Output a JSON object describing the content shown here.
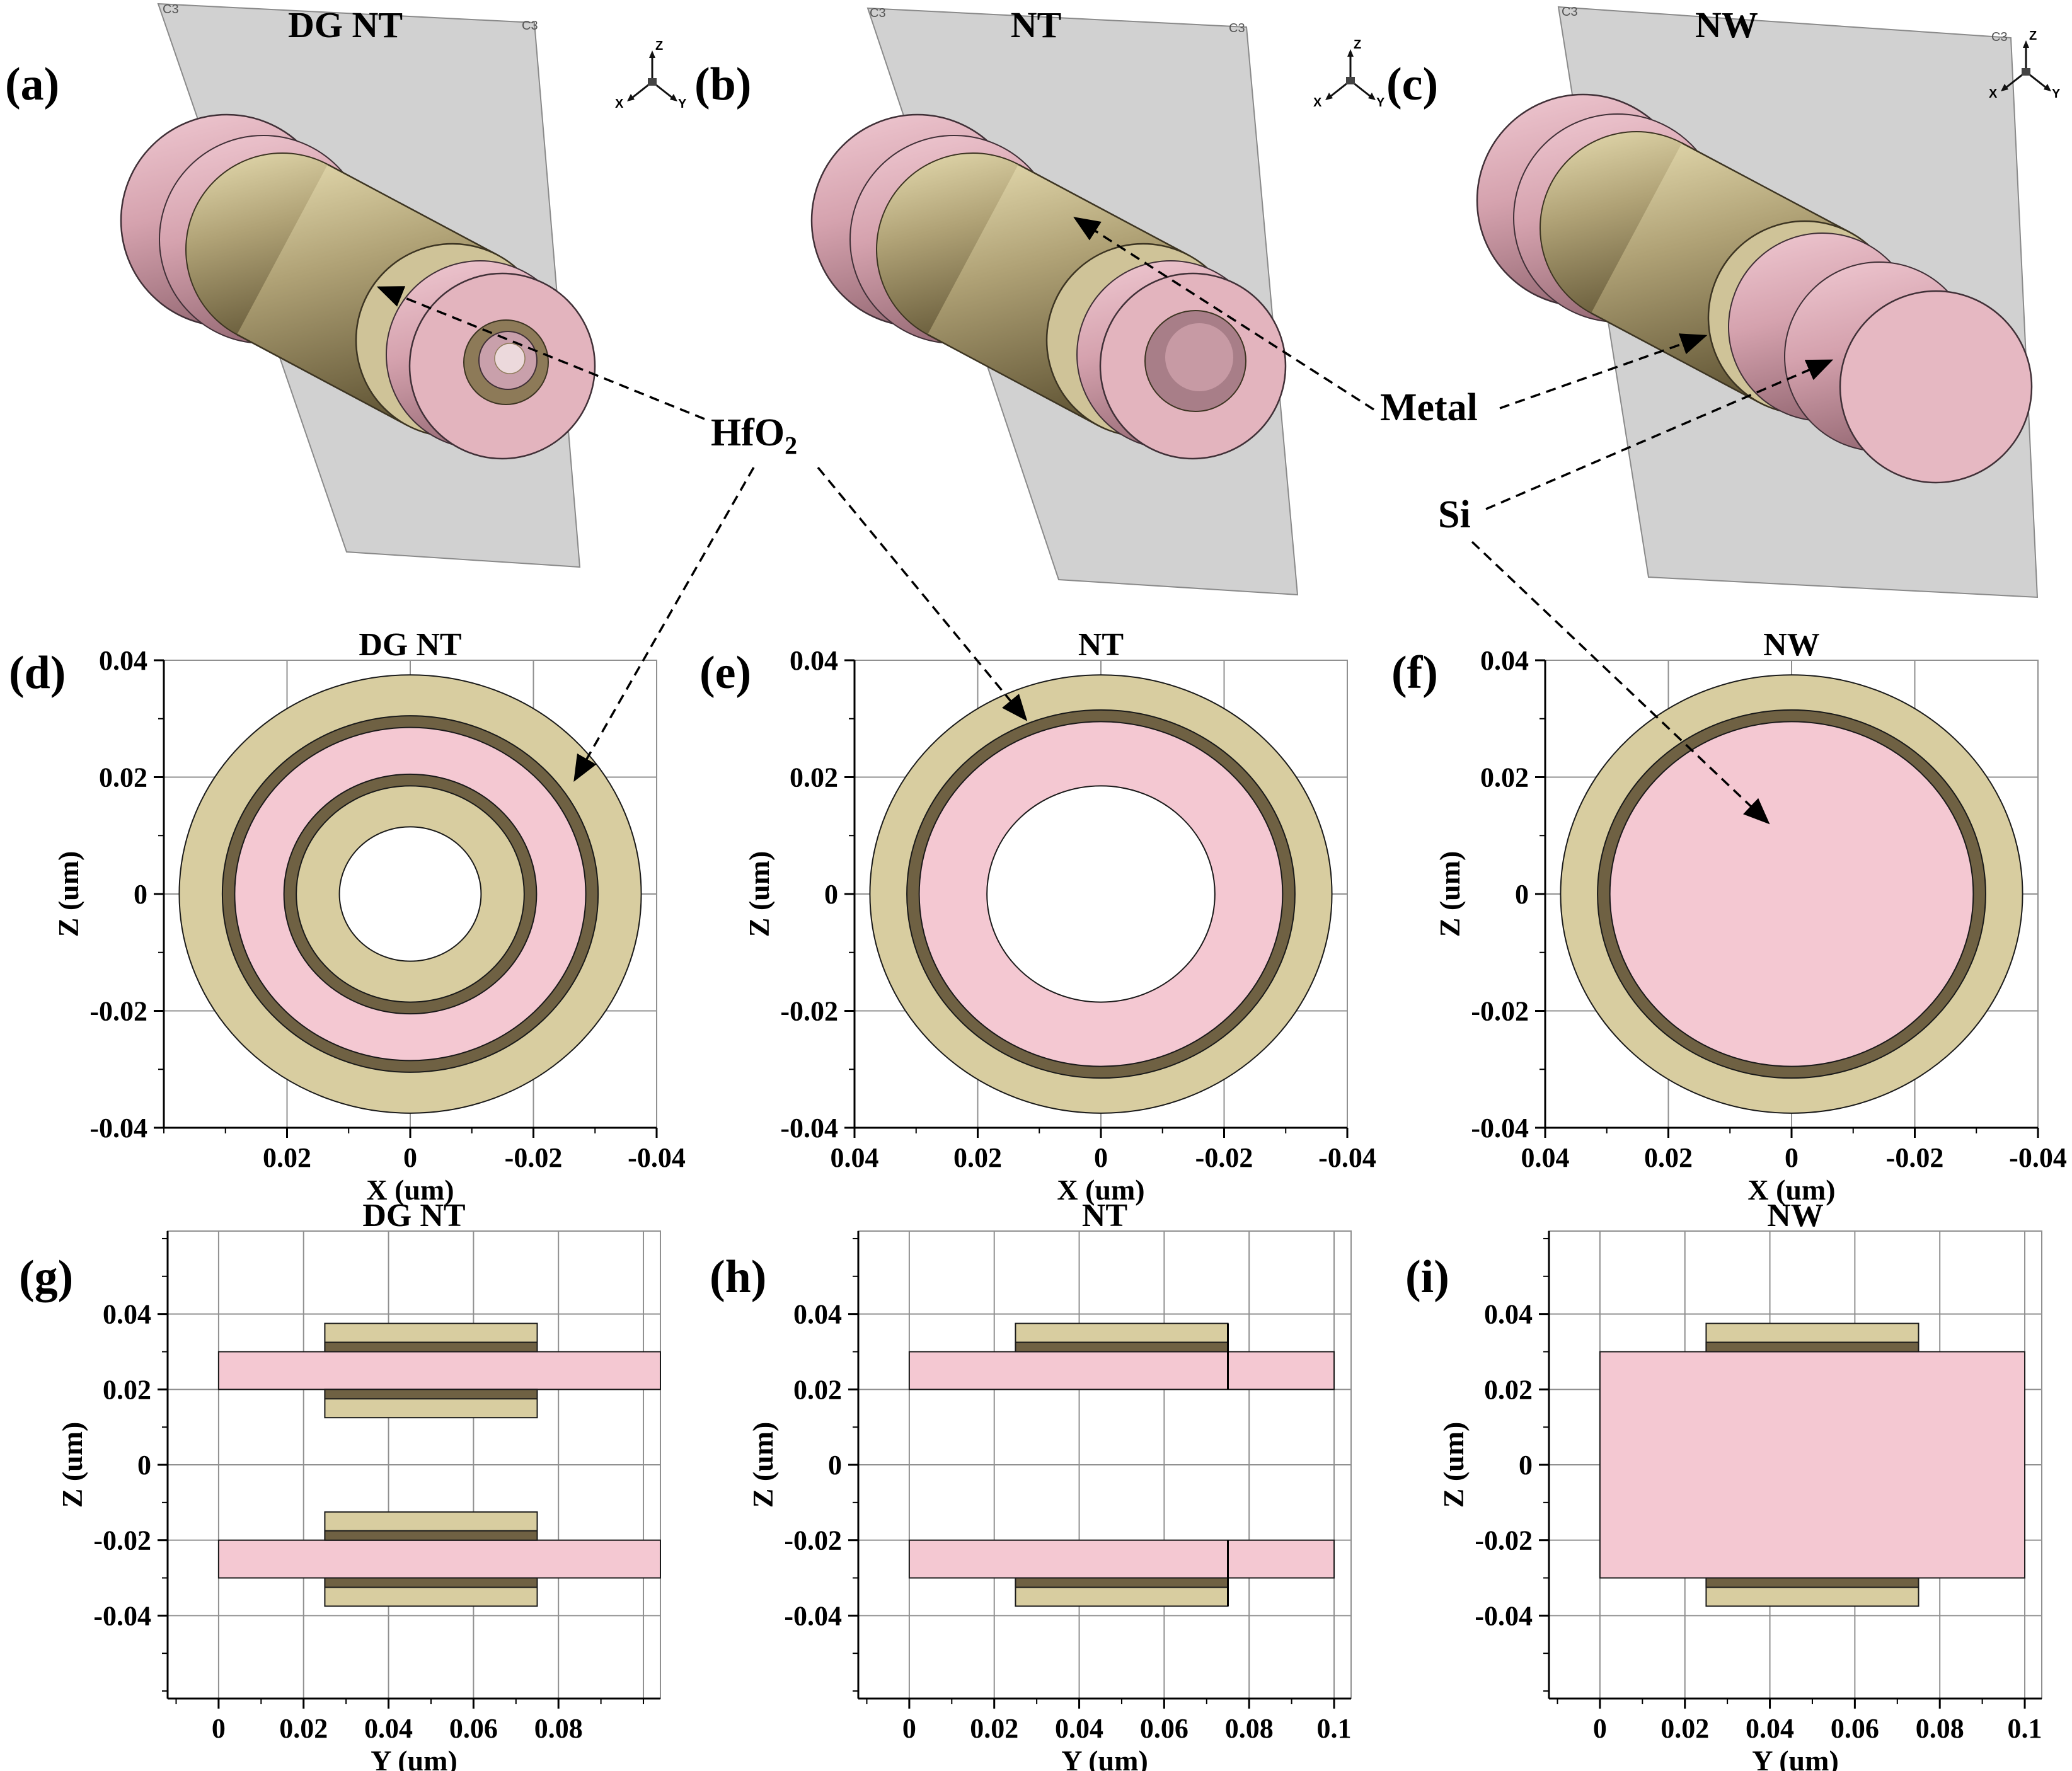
{
  "figure": {
    "colors": {
      "khaki": "#d8cda0",
      "dark": "#6f6143",
      "pink": "#f4c8d2",
      "white": "#ffffff",
      "grid": "#909090",
      "axis": "#000000",
      "plane": "#c9c9c9",
      "pink3d": "#d5a2ae",
      "tan3d": "#b0a276"
    },
    "plane_tag": "C3",
    "triad": {
      "x": "X",
      "y": "Y",
      "z": "Z"
    },
    "panels_3d": [
      {
        "label": "(a)",
        "title": "DG NT"
      },
      {
        "label": "(b)",
        "title": "NT"
      },
      {
        "label": "(c)",
        "title": "NW"
      }
    ],
    "annotations": {
      "hfo2": {
        "base": "HfO",
        "sub": "2"
      },
      "metal": {
        "text": "Metal"
      },
      "si": {
        "text": "Si"
      }
    }
  },
  "chart_data": [
    {
      "id": "d",
      "panel_label": "(d)",
      "title": "DG NT",
      "type": "cross_section",
      "xlabel": "X (um)",
      "ylabel": "Z (um)",
      "x_domain": [
        0.04,
        -0.04
      ],
      "z_domain": [
        -0.04,
        0.04
      ],
      "x_ticks": [
        0.02,
        0,
        -0.02,
        -0.04
      ],
      "z_ticks": [
        0.04,
        0.02,
        0,
        -0.02,
        -0.04
      ],
      "grid": true,
      "circles": [
        {
          "r": 0.0375,
          "material": "Metal",
          "color": "khaki"
        },
        {
          "r": 0.0305,
          "material": "HfO2",
          "color": "dark"
        },
        {
          "r": 0.0285,
          "material": "Si",
          "color": "pink"
        },
        {
          "r": 0.0205,
          "material": "HfO2",
          "color": "dark"
        },
        {
          "r": 0.0185,
          "material": "Metal",
          "color": "khaki"
        },
        {
          "r": 0.0115,
          "material": "hollow",
          "color": "white"
        }
      ]
    },
    {
      "id": "e",
      "panel_label": "(e)",
      "title": "NT",
      "type": "cross_section",
      "xlabel": "X (um)",
      "ylabel": "Z (um)",
      "x_domain": [
        0.04,
        -0.04
      ],
      "z_domain": [
        -0.04,
        0.04
      ],
      "x_ticks": [
        0.04,
        0.02,
        0,
        -0.02,
        -0.04
      ],
      "z_ticks": [
        0.04,
        0.02,
        0,
        -0.02,
        -0.04
      ],
      "grid": true,
      "circles": [
        {
          "r": 0.0375,
          "material": "Metal",
          "color": "khaki"
        },
        {
          "r": 0.0315,
          "material": "HfO2",
          "color": "dark"
        },
        {
          "r": 0.0295,
          "material": "Si",
          "color": "pink"
        },
        {
          "r": 0.0185,
          "material": "hollow",
          "color": "white"
        }
      ]
    },
    {
      "id": "f",
      "panel_label": "(f)",
      "title": "NW",
      "type": "cross_section",
      "xlabel": "X (um)",
      "ylabel": "Z (um)",
      "x_domain": [
        0.04,
        -0.04
      ],
      "z_domain": [
        -0.04,
        0.04
      ],
      "x_ticks": [
        0.04,
        0.02,
        0,
        -0.02,
        -0.04
      ],
      "z_ticks": [
        0.04,
        0.02,
        0,
        -0.02,
        -0.04
      ],
      "grid": true,
      "circles": [
        {
          "r": 0.0375,
          "material": "Metal",
          "color": "khaki"
        },
        {
          "r": 0.0315,
          "material": "HfO2",
          "color": "dark"
        },
        {
          "r": 0.0295,
          "material": "Si",
          "color": "pink"
        }
      ]
    },
    {
      "id": "g",
      "panel_label": "(g)",
      "title": "DG NT",
      "type": "cross_section",
      "xlabel": "Y (um)",
      "ylabel": "Z (um)",
      "x_domain": [
        -0.012,
        0.104
      ],
      "z_domain": [
        -0.062,
        0.062
      ],
      "x_ticks": [
        0,
        0.02,
        0.04,
        0.06,
        0.08
      ],
      "x_grid_extra": [
        0.1
      ],
      "z_ticks": [
        0.04,
        0.02,
        0,
        -0.02,
        -0.04
      ],
      "grid": true,
      "rects": [
        {
          "y": [
            0,
            0.104
          ],
          "z": [
            0.02,
            0.03
          ],
          "material": "Si",
          "color": "pink"
        },
        {
          "y": [
            0.025,
            0.075
          ],
          "z": [
            0.03,
            0.0375
          ],
          "material": "Metal",
          "color": "khaki"
        },
        {
          "y": [
            0.025,
            0.075
          ],
          "z": [
            0.03,
            0.0325
          ],
          "material": "HfO2",
          "color": "dark"
        },
        {
          "y": [
            0.025,
            0.075
          ],
          "z": [
            0.0125,
            0.02
          ],
          "material": "Metal",
          "color": "khaki"
        },
        {
          "y": [
            0.025,
            0.075
          ],
          "z": [
            0.0175,
            0.02
          ],
          "material": "HfO2",
          "color": "dark"
        },
        {
          "y": [
            0,
            0.104
          ],
          "z": [
            -0.03,
            -0.02
          ],
          "material": "Si",
          "color": "pink"
        },
        {
          "y": [
            0.025,
            0.075
          ],
          "z": [
            -0.0375,
            -0.03
          ],
          "material": "Metal",
          "color": "khaki"
        },
        {
          "y": [
            0.025,
            0.075
          ],
          "z": [
            -0.0325,
            -0.03
          ],
          "material": "HfO2",
          "color": "dark"
        },
        {
          "y": [
            0.025,
            0.075
          ],
          "z": [
            -0.02,
            -0.0125
          ],
          "material": "Metal",
          "color": "khaki"
        },
        {
          "y": [
            0.025,
            0.075
          ],
          "z": [
            -0.02,
            -0.0175
          ],
          "material": "HfO2",
          "color": "dark"
        }
      ]
    },
    {
      "id": "h",
      "panel_label": "(h)",
      "title": "NT",
      "type": "cross_section",
      "xlabel": "Y (um)",
      "ylabel": "Z (um)",
      "x_domain": [
        -0.012,
        0.104
      ],
      "z_domain": [
        -0.062,
        0.062
      ],
      "x_ticks": [
        0,
        0.02,
        0.04,
        0.06,
        0.08,
        0.1
      ],
      "z_ticks": [
        0.04,
        0.02,
        0,
        -0.02,
        -0.04
      ],
      "grid": true,
      "rects": [
        {
          "y": [
            0,
            0.1
          ],
          "z": [
            0.02,
            0.03
          ],
          "material": "Si",
          "color": "pink"
        },
        {
          "y": [
            0.025,
            0.075
          ],
          "z": [
            0.03,
            0.0375
          ],
          "material": "Metal",
          "color": "khaki"
        },
        {
          "y": [
            0.025,
            0.075
          ],
          "z": [
            0.03,
            0.0325
          ],
          "material": "HfO2",
          "color": "dark"
        },
        {
          "y": [
            0,
            0.1
          ],
          "z": [
            -0.03,
            -0.02
          ],
          "material": "Si",
          "color": "pink"
        },
        {
          "y": [
            0.025,
            0.075
          ],
          "z": [
            -0.0375,
            -0.03
          ],
          "material": "Metal",
          "color": "khaki"
        },
        {
          "y": [
            0.025,
            0.075
          ],
          "z": [
            -0.0325,
            -0.03
          ],
          "material": "HfO2",
          "color": "dark"
        }
      ],
      "segments": [
        {
          "y": 0.075,
          "z": [
            0.02,
            0.0375
          ]
        },
        {
          "y": 0.075,
          "z": [
            -0.0375,
            -0.02
          ]
        }
      ]
    },
    {
      "id": "i",
      "panel_label": "(i)",
      "title": "NW",
      "type": "cross_section",
      "xlabel": "Y (um)",
      "ylabel": "Z (um)",
      "x_domain": [
        -0.012,
        0.104
      ],
      "z_domain": [
        -0.062,
        0.062
      ],
      "x_ticks": [
        0,
        0.02,
        0.04,
        0.06,
        0.08,
        0.1
      ],
      "z_ticks": [
        0.04,
        0.02,
        0,
        -0.02,
        -0.04
      ],
      "grid": true,
      "rects": [
        {
          "y": [
            0,
            0.1
          ],
          "z": [
            -0.03,
            0.03
          ],
          "material": "Si",
          "color": "pink"
        },
        {
          "y": [
            0.025,
            0.075
          ],
          "z": [
            0.03,
            0.0375
          ],
          "material": "Metal",
          "color": "khaki"
        },
        {
          "y": [
            0.025,
            0.075
          ],
          "z": [
            0.03,
            0.0325
          ],
          "material": "HfO2",
          "color": "dark"
        },
        {
          "y": [
            0.025,
            0.075
          ],
          "z": [
            -0.0375,
            -0.03
          ],
          "material": "Metal",
          "color": "khaki"
        },
        {
          "y": [
            0.025,
            0.075
          ],
          "z": [
            -0.0325,
            -0.03
          ],
          "material": "HfO2",
          "color": "dark"
        }
      ]
    }
  ]
}
